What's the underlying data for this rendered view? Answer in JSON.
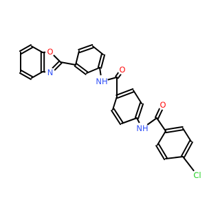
{
  "molecule": {
    "atoms": {
      "o_benzoxazole": {
        "symbol": "O",
        "color": "#ff0d0d"
      },
      "n_benzoxazole": {
        "symbol": "N",
        "color": "#3050f8"
      },
      "n_amide_1": {
        "symbol": "NH",
        "color": "#3050f8"
      },
      "o_amide_1": {
        "symbol": "O",
        "color": "#ff0d0d"
      },
      "n_amide_2": {
        "symbol": "NH",
        "color": "#3050f8"
      },
      "o_amide_2": {
        "symbol": "O",
        "color": "#ff0d0d"
      },
      "cl": {
        "symbol": "Cl",
        "color": "#1fd01f"
      }
    }
  }
}
